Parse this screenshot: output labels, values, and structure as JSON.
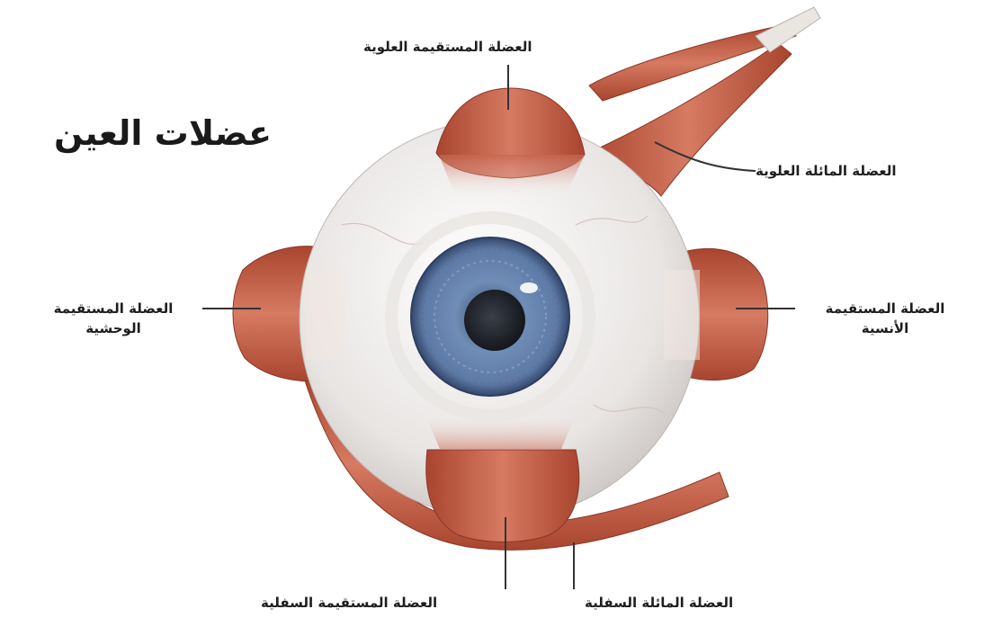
{
  "title": "عضلات العين",
  "labels": {
    "superior_rectus": "العضلة المستقيمة العلوية",
    "superior_oblique": "العضلة المائلة العلوية",
    "lateral_rectus_line1": "العضلة المستقيمة",
    "lateral_rectus_line2": "الوحشية",
    "medial_rectus_line1": "العضلة المستقيمة",
    "medial_rectus_line2": "الأنسية",
    "inferior_rectus": "العضلة المستقيمة السفلية",
    "inferior_oblique": "العضلة المائلة السفلية"
  },
  "colors": {
    "muscle": "#c8644e",
    "muscle_dark": "#9b3f2f",
    "sclera": "#ece9e7",
    "iris": "#6c8ab3",
    "pupil": "#1f2229",
    "leader_line": "#333333"
  }
}
